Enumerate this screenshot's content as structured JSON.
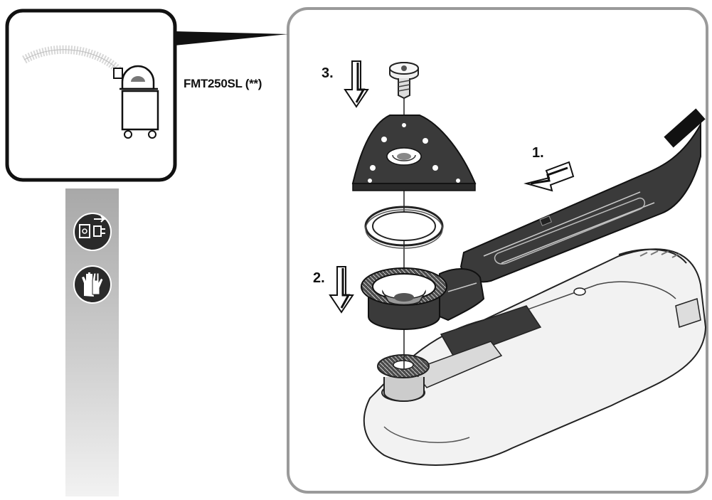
{
  "labels": {
    "model": "FMT250SL (**)",
    "step1": "1.",
    "step2": "2.",
    "step3": "3."
  },
  "icons": {
    "sidebar": [
      "unplug-icon",
      "gloves-icon"
    ],
    "inset": "vacuum-cleaner-icon"
  },
  "colors": {
    "frame": "#9a9a9a",
    "inset_border": "#111111",
    "tool_dark": "#3a3a3a",
    "tool_light": "#efefef",
    "icon_bg": "#2a2a2a"
  }
}
